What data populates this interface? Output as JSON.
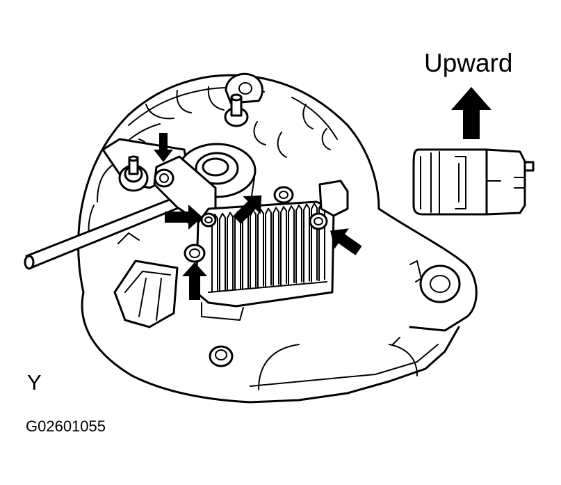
{
  "labels": {
    "direction": "Upward",
    "view": "Y",
    "figure_id": "G02601055"
  },
  "icons": {
    "direction_arrow": "up-arrow-icon",
    "connector": "connector-icon",
    "pointer_arrow": "pointer-arrow-icon"
  },
  "colors": {
    "ink": "#000000",
    "paper": "#ffffff"
  }
}
